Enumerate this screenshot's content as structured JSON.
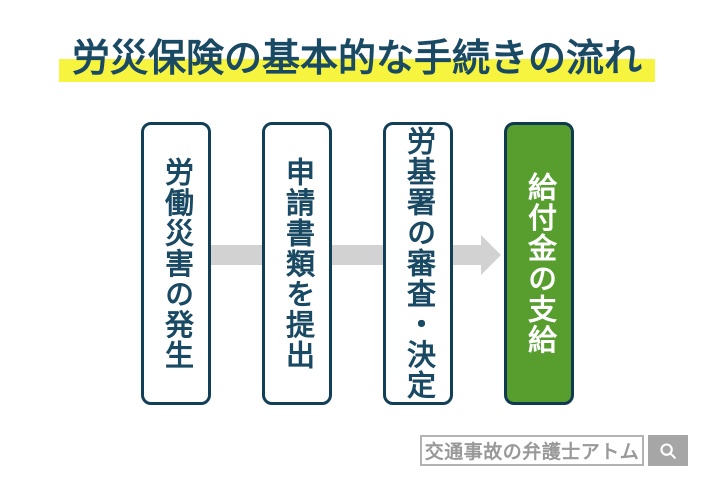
{
  "title": {
    "text": "労災保険の基本的な手続きの流れ",
    "text_color": "#1a4a63",
    "highlight_color": "#f7f440"
  },
  "flow": {
    "steps": [
      {
        "label": "労働災害の発生",
        "style": "outline"
      },
      {
        "label": "申請書類を提出",
        "style": "outline"
      },
      {
        "label": "労基署の審査・決定",
        "style": "outline"
      },
      {
        "label": "給付金の支給",
        "style": "filled"
      }
    ],
    "colors": {
      "box_border": "#123f58",
      "box_text": "#1a4a63",
      "filled_bg": "#579e2f",
      "filled_text": "#ffffff",
      "arrow": "#d2d2d2"
    }
  },
  "brand": {
    "text": "交通事故の弁護士アトム",
    "icon": "magnifier-search-icon",
    "text_color": "#999999",
    "border_color": "#b3b3b3",
    "icon_bg": "#a6a6a6"
  }
}
